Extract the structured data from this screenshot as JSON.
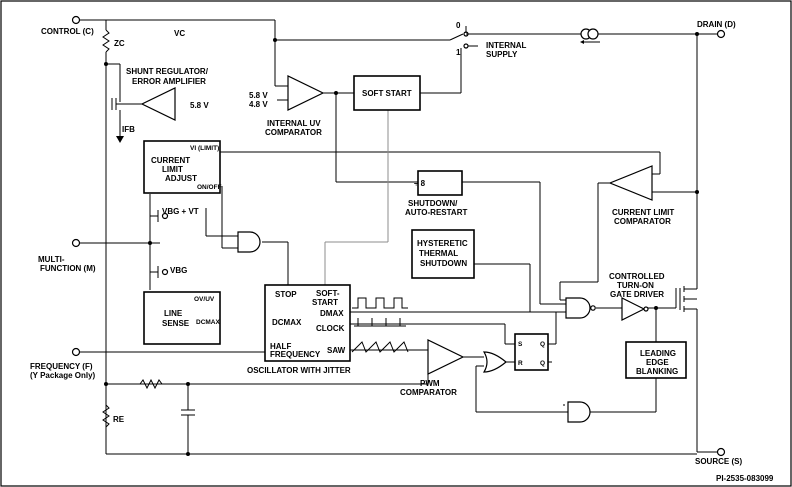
{
  "labels": {
    "control": "CONTROL (C)",
    "zc": "ZC",
    "vc": "VC",
    "shunt_regulator_1": "SHUNT REGULATOR/",
    "shunt_regulator_2": "ERROR AMPLIFIER",
    "ref_5v8": "5.8 V",
    "ifb": "IFB",
    "uv_upper": "5.8 V",
    "uv_lower": "4.8 V",
    "uv_comp_1": "INTERNAL UV",
    "uv_comp_2": "COMPARATOR",
    "soft_start": "SOFT START",
    "sw0": "0",
    "sw1": "1",
    "internal_supply_1": "INTERNAL",
    "internal_supply_2": "SUPPLY",
    "drain": "DRAIN (D)",
    "cl_adjust_1": "CURRENT",
    "cl_adjust_2": "LIMIT",
    "cl_adjust_3": "ADJUST",
    "vi_limit": "VI (LIMIT)",
    "on_off": "ON/OFF",
    "vbg_vt": "VBG + VT",
    "vbg": "VBG",
    "mf_1": "MULTI-",
    "mf_2": "FUNCTION (M)",
    "line_sense_1": "LINE",
    "line_sense_2": "SENSE",
    "ov_uv": "OV/UV",
    "dcmax": "DCMAX",
    "div8": "÷ 8",
    "shutdown_1": "SHUTDOWN/",
    "shutdown_2": "AUTO-RESTART",
    "thermal_1": "HYSTERETIC",
    "thermal_2": "THERMAL",
    "thermal_3": "SHUTDOWN",
    "clc_1": "CURRENT LIMIT",
    "clc_2": "COMPARATOR",
    "gd_1": "CONTROLLED",
    "gd_2": "TURN-ON",
    "gd_3": "GATE DRIVER",
    "leb_1": "LEADING",
    "leb_2": "EDGE",
    "leb_3": "BLANKING",
    "stop": "STOP",
    "osc_ss_1": "SOFT-",
    "osc_ss_2": "START",
    "dmax": "DMAX",
    "clock": "CLOCK",
    "half_freq_1": "HALF",
    "half_freq_2": "FREQUENCY",
    "saw": "SAW",
    "oscillator": "OSCILLATOR WITH JITTER",
    "latch_s": "S",
    "latch_r": "R",
    "latch_q": "Q",
    "latch_qbar": "Q",
    "pwm_1": "PWM",
    "pwm_2": "COMPARATOR",
    "freq_1": "FREQUENCY (F)",
    "freq_2": "(Y Package Only)",
    "re": "RE",
    "source": "SOURCE (S)",
    "figure_id": "PI-2535-083099"
  }
}
